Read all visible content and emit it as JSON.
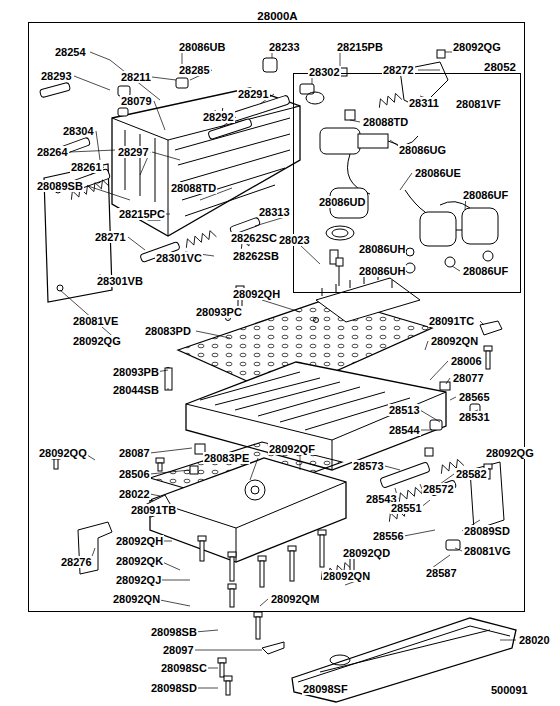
{
  "diagram": {
    "nodes": [
      {
        "text": [
          "28000A"
        ]
      },
      {
        "text": [
          "28052"
        ],
        "in": 0
      }
    ],
    "labels": [
      "28254",
      "28293",
      "28086UB",
      "28233",
      "28215PB",
      "28092QG",
      "28211",
      "28285",
      "28302",
      "28272",
      "28079",
      "28291",
      "28311",
      "28081VF",
      "28088TD",
      "28292",
      "28304",
      "28264",
      "28297",
      "28261",
      "28089SB",
      "28088TD",
      "28313",
      "28215PC",
      "28023",
      "28271",
      "28262SC",
      "28262SB",
      "28301VC",
      "28092QH",
      "28301VB",
      "28093PC",
      "28081VE",
      "28091TC",
      "28083PD",
      "28092QG",
      "28092QN",
      "28006",
      "28093PB",
      "28077",
      "28044SB",
      "28565",
      "28513",
      "28531",
      "28544",
      "28092QQ",
      "28087",
      "28083PE",
      "28092QF",
      "28092QG",
      "28506",
      "28573",
      "28582",
      "28022",
      "28572",
      "28543",
      "28551",
      "28091TB",
      "28556",
      "28092QH",
      "28089SD",
      "28092QD",
      "28081VG",
      "28276",
      "28092QK",
      "28092QJ",
      "28092QN",
      "28587",
      "28092QN",
      "28092QM",
      "28086UG",
      "28086UE",
      "28086UD",
      "28086UF",
      "28086UH",
      "28086UH",
      "28086UF",
      "28098SB",
      "28097",
      "28098SC",
      "28098SD",
      "28098SF",
      "28020",
      "500091"
    ]
  }
}
